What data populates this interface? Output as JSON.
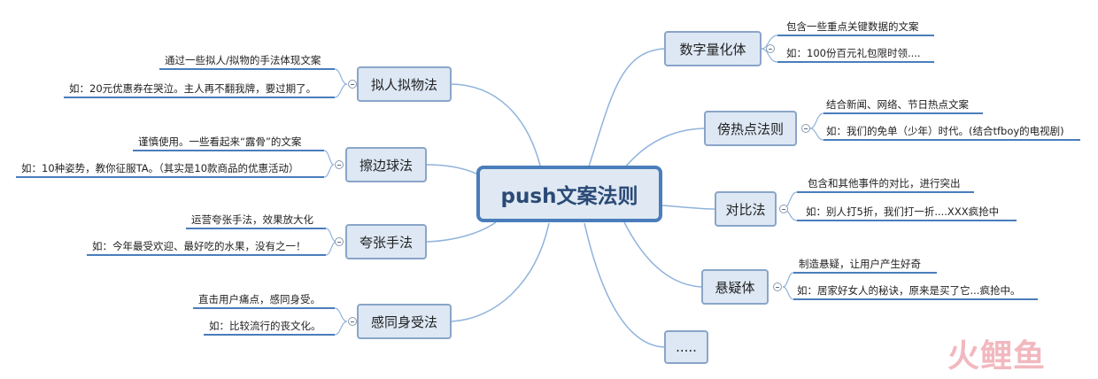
{
  "center": {
    "label": "push文案法则"
  },
  "right_branches": [
    {
      "label": "数字量化体",
      "leaves": [
        "包含一些重点关键数据的文案",
        "如：100份百元礼包限时领...."
      ]
    },
    {
      "label": "傍热点法则",
      "leaves": [
        "结合新闻、网络、节日热点文案",
        "如：我们的免单（少年）时代。(结合tfboy的电视剧)"
      ]
    },
    {
      "label": "对比法",
      "leaves": [
        "包含和其他事件的对比，进行突出",
        "如：别人打5折，我们打一折....XXX疯抢中"
      ]
    },
    {
      "label": "悬疑体",
      "leaves": [
        "制造悬疑，让用户产生好奇",
        "如：居家好女人的秘诀，原来是买了它...疯抢中。"
      ]
    },
    {
      "label": "....."
    }
  ],
  "left_branches": [
    {
      "label": "拟人拟物法",
      "leaves": [
        "通过一些拟人/拟物的手法体现文案",
        "如：20元优惠券在哭泣。主人再不翻我牌，要过期了。"
      ]
    },
    {
      "label": "擦边球法",
      "leaves": [
        "谨慎使用。一些看起来“露骨”的文案",
        "如：10种姿势，教你征服TA。（其实是10款商品的优惠活动）"
      ]
    },
    {
      "label": "夸张手法",
      "leaves": [
        "运营夸张手法，效果放大化",
        "如：今年最受欢迎、最好吃的水果，没有之一！"
      ]
    },
    {
      "label": "感同身受法",
      "leaves": [
        "直击用户痛点，感同身受。",
        "如：比较流行的丧文化。"
      ]
    }
  ],
  "watermark": {
    "text": "火鲤鱼"
  },
  "colors": {
    "curve": "#8fb3dc",
    "underline": "#4a7dbb",
    "node_fill": "#dde8f4",
    "node_border": "#8aa5c8"
  }
}
